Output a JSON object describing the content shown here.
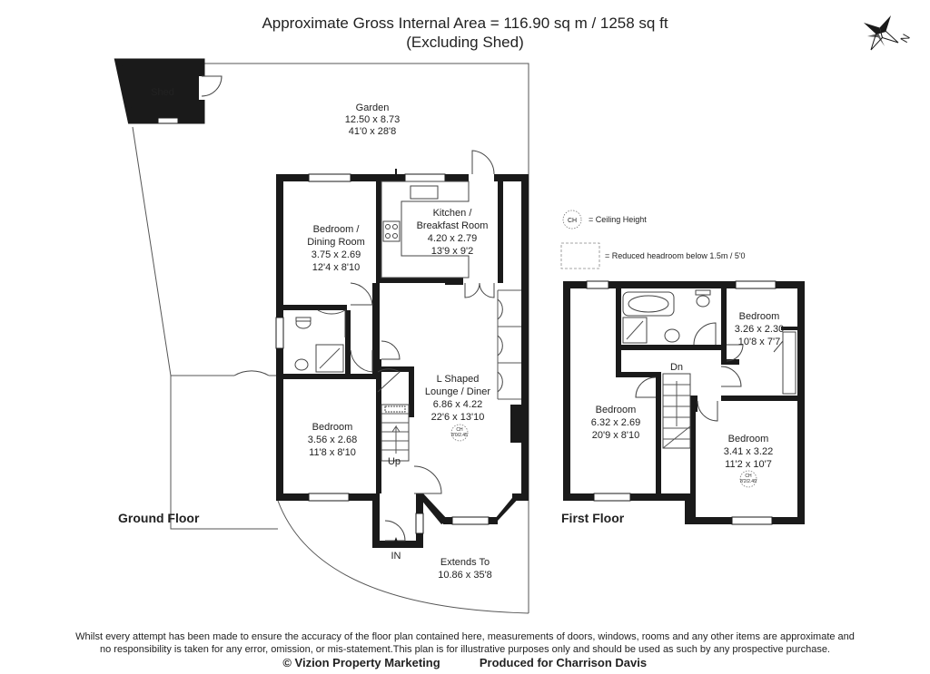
{
  "header": {
    "line1": "Approximate Gross Internal Area = 116.90 sq m / 1258 sq ft",
    "line2": "(Excluding Shed)"
  },
  "compass": {
    "label": "N"
  },
  "legend": {
    "ch_marker": "CH",
    "ch_label": "= Ceiling Height",
    "reduced_label": "= Reduced headroom below 1.5m / 5'0"
  },
  "ground_floor": {
    "label": "Ground Floor",
    "shed": "Shed",
    "garden": {
      "name": "Garden",
      "metric": "12.50 x 8.73",
      "imperial": "41'0 x 28'8"
    },
    "bedroom_dining": {
      "name1": "Bedroom /",
      "name2": "Dining Room",
      "metric": "3.75 x 2.69",
      "imperial": "12'4 x 8'10"
    },
    "kitchen": {
      "name1": "Kitchen /",
      "name2": "Breakfast Room",
      "metric": "4.20 x 2.79",
      "imperial": "13'9 x 9'2"
    },
    "lounge": {
      "name1": "L Shaped",
      "name2": "Lounge / Diner",
      "metric": "6.86 x 4.22",
      "imperial": "22'6 x 13'10",
      "ch": "CH",
      "ch_value": "8'0/2.45"
    },
    "bedroom": {
      "name": "Bedroom",
      "metric": "3.56 x 2.68",
      "imperial": "11'8 x 8'10"
    },
    "stairs": "Up",
    "entrance": "IN",
    "extends": {
      "name": "Extends To",
      "metric": "10.86 x 35'8"
    }
  },
  "first_floor": {
    "label": "First Floor",
    "landing": "Dn",
    "bedroom_small": {
      "name": "Bedroom",
      "metric": "3.26 x 2.30",
      "imperial": "10'8 x 7'7"
    },
    "bedroom_large": {
      "name": "Bedroom",
      "metric": "6.32 x 2.69",
      "imperial": "20'9 x 8'10"
    },
    "bedroom_right": {
      "name": "Bedroom",
      "metric": "3.41 x 3.22",
      "imperial": "11'2 x 10'7",
      "ch": "CH",
      "ch_value": "8'2/2.49"
    }
  },
  "footer": {
    "disclaimer1": "Whilst every attempt has been made to ensure the accuracy of the floor plan contained here, measurements of doors, windows, rooms and any other items are approximate and",
    "disclaimer2": "no responsibility is taken for any error, omission, or mis-statement.This plan is for illustrative purposes only and should be used as such by any prospective purchase.",
    "copyright": "© Vizion Property Marketing",
    "produced": "Produced for Charrison Davis"
  }
}
